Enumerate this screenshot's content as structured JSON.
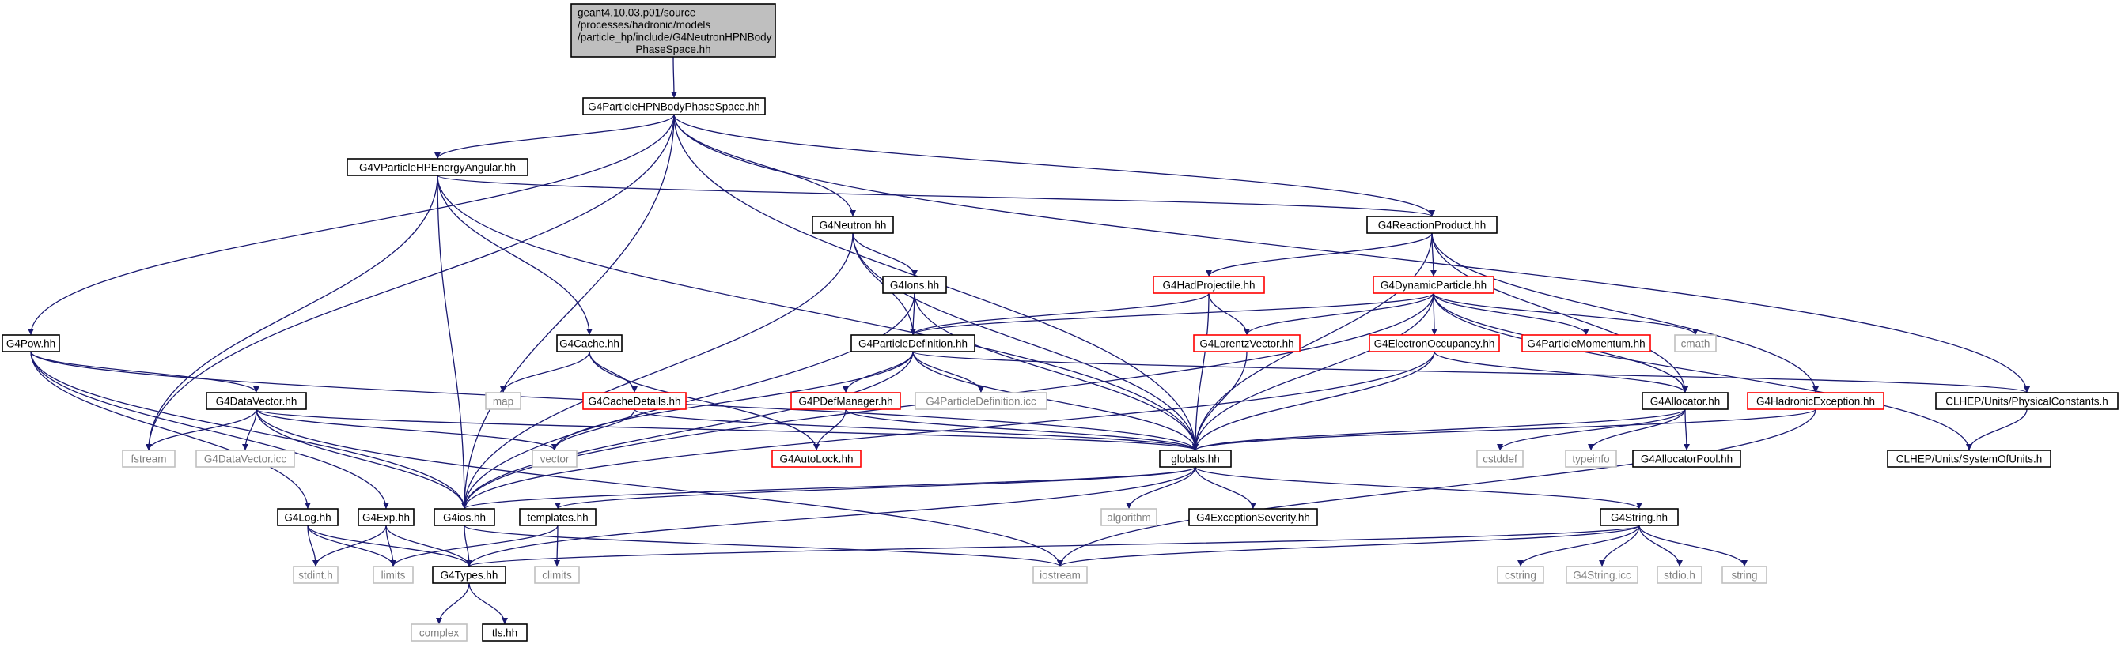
{
  "nodes": [
    {
      "id": "root",
      "lines": [
        "geant4.10.03.p01/source",
        "/processes/hadronic/models",
        "/particle_hp/include/G4NeutronHPNBody",
        "PhaseSpace.hh"
      ],
      "style": "root"
    },
    {
      "id": "pps",
      "lines": [
        "G4ParticleHPNBodyPhaseSpace.hh"
      ],
      "style": "black"
    },
    {
      "id": "vpea",
      "lines": [
        "G4VParticleHPEnergyAngular.hh"
      ],
      "style": "black"
    },
    {
      "id": "pow",
      "lines": [
        "G4Pow.hh"
      ],
      "style": "black"
    },
    {
      "id": "neutron",
      "lines": [
        "G4Neutron.hh"
      ],
      "style": "black"
    },
    {
      "id": "rp",
      "lines": [
        "G4ReactionProduct.hh"
      ],
      "style": "black"
    },
    {
      "id": "ions",
      "lines": [
        "G4Ions.hh"
      ],
      "style": "black"
    },
    {
      "id": "hadproj",
      "lines": [
        "G4HadProjectile.hh"
      ],
      "style": "red"
    },
    {
      "id": "dynp",
      "lines": [
        "G4DynamicParticle.hh"
      ],
      "style": "red"
    },
    {
      "id": "cache",
      "lines": [
        "G4Cache.hh"
      ],
      "style": "black"
    },
    {
      "id": "pdef",
      "lines": [
        "G4ParticleDefinition.hh"
      ],
      "style": "black"
    },
    {
      "id": "lv",
      "lines": [
        "G4LorentzVector.hh"
      ],
      "style": "red"
    },
    {
      "id": "eocc",
      "lines": [
        "G4ElectronOccupancy.hh"
      ],
      "style": "red"
    },
    {
      "id": "pmom",
      "lines": [
        "G4ParticleMomentum.hh"
      ],
      "style": "red"
    },
    {
      "id": "cmath",
      "lines": [
        "cmath"
      ],
      "style": "grey"
    },
    {
      "id": "map",
      "lines": [
        "map"
      ],
      "style": "grey"
    },
    {
      "id": "cdet",
      "lines": [
        "G4CacheDetails.hh"
      ],
      "style": "red"
    },
    {
      "id": "pdm",
      "lines": [
        "G4PDefManager.hh"
      ],
      "style": "red"
    },
    {
      "id": "pdicc",
      "lines": [
        "G4ParticleDefinition.icc"
      ],
      "style": "grey"
    },
    {
      "id": "dv",
      "lines": [
        "G4DataVector.hh"
      ],
      "style": "black"
    },
    {
      "id": "alloc",
      "lines": [
        "G4Allocator.hh"
      ],
      "style": "black"
    },
    {
      "id": "hexc",
      "lines": [
        "G4HadronicException.hh"
      ],
      "style": "red"
    },
    {
      "id": "physc",
      "lines": [
        "CLHEP/Units/PhysicalConstants.h"
      ],
      "style": "black"
    },
    {
      "id": "fstream",
      "lines": [
        "fstream"
      ],
      "style": "grey"
    },
    {
      "id": "dvicc",
      "lines": [
        "G4DataVector.icc"
      ],
      "style": "grey"
    },
    {
      "id": "vector",
      "lines": [
        "vector"
      ],
      "style": "grey"
    },
    {
      "id": "autolock",
      "lines": [
        "G4AutoLock.hh"
      ],
      "style": "red"
    },
    {
      "id": "globals",
      "lines": [
        "globals.hh"
      ],
      "style": "black"
    },
    {
      "id": "cstddef",
      "lines": [
        "cstddef"
      ],
      "style": "grey"
    },
    {
      "id": "typeinfo",
      "lines": [
        "typeinfo"
      ],
      "style": "grey"
    },
    {
      "id": "allocpool",
      "lines": [
        "G4AllocatorPool.hh"
      ],
      "style": "black"
    },
    {
      "id": "sou",
      "lines": [
        "CLHEP/Units/SystemOfUnits.h"
      ],
      "style": "black"
    },
    {
      "id": "log",
      "lines": [
        "G4Log.hh"
      ],
      "style": "black"
    },
    {
      "id": "exp",
      "lines": [
        "G4Exp.hh"
      ],
      "style": "black"
    },
    {
      "id": "ios",
      "lines": [
        "G4ios.hh"
      ],
      "style": "black"
    },
    {
      "id": "templates",
      "lines": [
        "templates.hh"
      ],
      "style": "black"
    },
    {
      "id": "algorithm",
      "lines": [
        "algorithm"
      ],
      "style": "grey"
    },
    {
      "id": "excsev",
      "lines": [
        "G4ExceptionSeverity.hh"
      ],
      "style": "black"
    },
    {
      "id": "string",
      "lines": [
        "G4String.hh"
      ],
      "style": "black"
    },
    {
      "id": "stdint",
      "lines": [
        "stdint.h"
      ],
      "style": "grey"
    },
    {
      "id": "limits",
      "lines": [
        "limits"
      ],
      "style": "grey"
    },
    {
      "id": "types",
      "lines": [
        "G4Types.hh"
      ],
      "style": "black"
    },
    {
      "id": "climits",
      "lines": [
        "climits"
      ],
      "style": "grey"
    },
    {
      "id": "iostream",
      "lines": [
        "iostream"
      ],
      "style": "grey"
    },
    {
      "id": "cstring",
      "lines": [
        "cstring"
      ],
      "style": "grey"
    },
    {
      "id": "stricc",
      "lines": [
        "G4String.icc"
      ],
      "style": "grey"
    },
    {
      "id": "stdio",
      "lines": [
        "stdio.h"
      ],
      "style": "grey"
    },
    {
      "id": "stdstring",
      "lines": [
        "string"
      ],
      "style": "grey"
    },
    {
      "id": "complex",
      "lines": [
        "complex"
      ],
      "style": "grey"
    },
    {
      "id": "tls",
      "lines": [
        "tls.hh"
      ],
      "style": "black"
    }
  ],
  "edges": [
    [
      "root",
      "pps"
    ],
    [
      "pps",
      "vpea"
    ],
    [
      "pps",
      "pow"
    ],
    [
      "pps",
      "neutron"
    ],
    [
      "pps",
      "rp"
    ],
    [
      "pps",
      "fstream"
    ],
    [
      "pps",
      "ios"
    ],
    [
      "pps",
      "globals"
    ],
    [
      "pps",
      "physc"
    ],
    [
      "vpea",
      "rp"
    ],
    [
      "vpea",
      "fstream"
    ],
    [
      "vpea",
      "cache"
    ],
    [
      "vpea",
      "ios"
    ],
    [
      "vpea",
      "globals"
    ],
    [
      "pow",
      "dv"
    ],
    [
      "pow",
      "log"
    ],
    [
      "pow",
      "exp"
    ],
    [
      "pow",
      "ios"
    ],
    [
      "pow",
      "globals"
    ],
    [
      "neutron",
      "ions"
    ],
    [
      "neutron",
      "pdef"
    ],
    [
      "neutron",
      "ios"
    ],
    [
      "neutron",
      "globals"
    ],
    [
      "rp",
      "hadproj"
    ],
    [
      "rp",
      "dynp"
    ],
    [
      "rp",
      "alloc"
    ],
    [
      "rp",
      "hexc"
    ],
    [
      "rp",
      "globals"
    ],
    [
      "ions",
      "pdef"
    ],
    [
      "ions",
      "ios"
    ],
    [
      "ions",
      "globals"
    ],
    [
      "hadproj",
      "pdef"
    ],
    [
      "hadproj",
      "lv"
    ],
    [
      "hadproj",
      "globals"
    ],
    [
      "dynp",
      "pdef"
    ],
    [
      "dynp",
      "lv"
    ],
    [
      "dynp",
      "eocc"
    ],
    [
      "dynp",
      "pmom"
    ],
    [
      "dynp",
      "cmath"
    ],
    [
      "dynp",
      "alloc"
    ],
    [
      "dynp",
      "sou"
    ],
    [
      "dynp",
      "ios"
    ],
    [
      "dynp",
      "globals"
    ],
    [
      "cache",
      "map"
    ],
    [
      "cache",
      "cdet"
    ],
    [
      "cache",
      "autolock"
    ],
    [
      "pdef",
      "pdm"
    ],
    [
      "pdef",
      "pdicc"
    ],
    [
      "pdef",
      "vector"
    ],
    [
      "pdef",
      "physc"
    ],
    [
      "pdef",
      "ios"
    ],
    [
      "pdef",
      "globals"
    ],
    [
      "lv",
      "globals"
    ],
    [
      "eocc",
      "alloc"
    ],
    [
      "eocc",
      "ios"
    ],
    [
      "eocc",
      "globals"
    ],
    [
      "cdet",
      "vector"
    ],
    [
      "cdet",
      "globals"
    ],
    [
      "pdm",
      "autolock"
    ],
    [
      "pdm",
      "globals"
    ],
    [
      "dv",
      "fstream"
    ],
    [
      "dv",
      "dvicc"
    ],
    [
      "dv",
      "vector"
    ],
    [
      "dv",
      "ios"
    ],
    [
      "dv",
      "iostream"
    ],
    [
      "dv",
      "globals"
    ],
    [
      "alloc",
      "cstddef"
    ],
    [
      "alloc",
      "typeinfo"
    ],
    [
      "alloc",
      "allocpool"
    ],
    [
      "alloc",
      "globals"
    ],
    [
      "hexc",
      "globals"
    ],
    [
      "hexc",
      "iostream"
    ],
    [
      "physc",
      "sou"
    ],
    [
      "globals",
      "ios"
    ],
    [
      "globals",
      "templates"
    ],
    [
      "globals",
      "algorithm"
    ],
    [
      "globals",
      "excsev"
    ],
    [
      "globals",
      "string"
    ],
    [
      "globals",
      "types"
    ],
    [
      "log",
      "stdint"
    ],
    [
      "log",
      "limits"
    ],
    [
      "log",
      "types"
    ],
    [
      "exp",
      "stdint"
    ],
    [
      "exp",
      "limits"
    ],
    [
      "exp",
      "types"
    ],
    [
      "ios",
      "types"
    ],
    [
      "ios",
      "iostream"
    ],
    [
      "templates",
      "limits"
    ],
    [
      "templates",
      "climits"
    ],
    [
      "string",
      "types"
    ],
    [
      "string",
      "iostream"
    ],
    [
      "string",
      "cstring"
    ],
    [
      "string",
      "stricc"
    ],
    [
      "string",
      "stdio"
    ],
    [
      "string",
      "stdstring"
    ],
    [
      "types",
      "complex"
    ],
    [
      "types",
      "tls"
    ]
  ]
}
